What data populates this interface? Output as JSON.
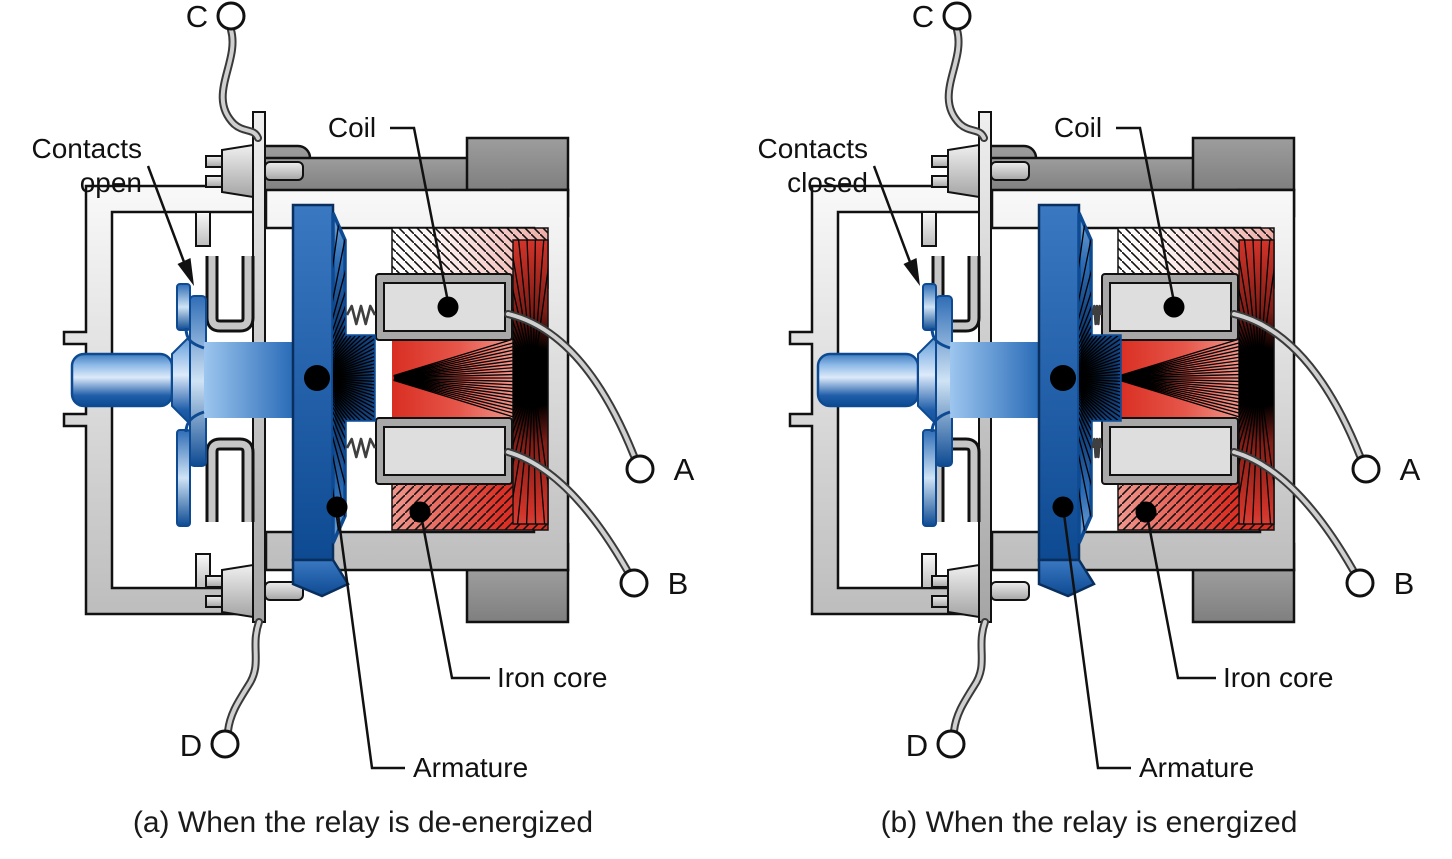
{
  "panels": [
    {
      "id": "a",
      "state": "de-energized",
      "caption": "(a) When the relay is de-energized",
      "labels": {
        "contacts_line1": "Contacts",
        "contacts_line2": "open",
        "coil": "Coil",
        "iron_core": "Iron core",
        "armature": "Armature"
      },
      "terminals": {
        "top": "C",
        "bottom": "D",
        "upper_right": "A",
        "lower_right": "B"
      }
    },
    {
      "id": "b",
      "state": "energized",
      "caption": "(b) When the relay is energized",
      "labels": {
        "contacts_line1": "Contacts",
        "contacts_line2": "closed",
        "coil": "Coil",
        "iron_core": "Iron core",
        "armature": "Armature"
      },
      "terminals": {
        "top": "C",
        "bottom": "D",
        "upper_right": "A",
        "lower_right": "B"
      }
    }
  ],
  "colors": {
    "background": "#ffffff",
    "outline": "#111111",
    "body_gray": "#8f8f8f",
    "shell_light": "#f2f2f2",
    "shell_mid": "#bdbdbd",
    "metal_dark": "#a8a8a8",
    "armature_blue": "#1b60b0",
    "blue_deep": "#0d4a92",
    "blue_light": "#cfe3f5",
    "core_red": "#dd3126",
    "red_deep": "#7e1d16",
    "pink": "#f3b8b2",
    "wire_gray": "#c9c9c9",
    "text": "#111111"
  }
}
